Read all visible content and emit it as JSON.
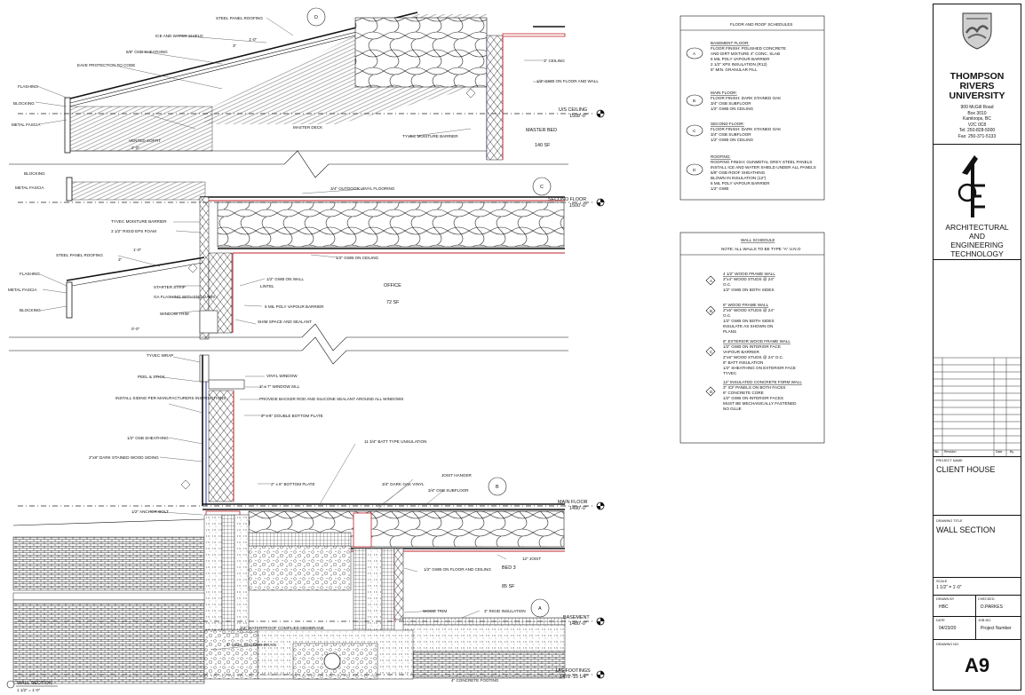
{
  "drawing": {
    "title": "WALL SECTION",
    "scale": "1 1/2\" = 1'-0\"",
    "section_bubbles": [
      "D",
      "C",
      "B",
      "A"
    ],
    "levels": [
      {
        "name": "U/S CEILING",
        "elev": "1508'-0\""
      },
      {
        "name": "SECOND FLOOR",
        "elev": "1500'-0\""
      },
      {
        "name": "MAIN FLOOR",
        "elev": "1490'-0\""
      },
      {
        "name": "BASEMENT",
        "elev": "1480'-0\""
      },
      {
        "name": "U/S FOOTINGS",
        "elev": "1478'-10 1/4\""
      }
    ],
    "rooms": [
      {
        "name": "MASTER BED",
        "area": "140 SF"
      },
      {
        "name": "OFFICE",
        "area": "72 SF"
      },
      {
        "name": "BED 3",
        "area": "85 SF"
      }
    ],
    "labels_roof": [
      "STEEL PANEL ROOFING",
      "ICE AND WATER SHIELD",
      "5/8\" OSB SHEATHING",
      "EAVE PROTECTION TO CODE",
      "FLASHING",
      "BLOCKING",
      "METAL FASCIA",
      "VENTED SOFFIT",
      "MASTER DECK",
      "TYVEC MOISTURE BARRIER",
      "3\" CEILING",
      "1/2\" GWB ON FLOOR AND WALL",
      "1'-0\"",
      "3\"",
      "2'-0\""
    ],
    "labels_second": [
      "BLOCKING",
      "METAL FASCIA",
      "3/4\" OUTDOOR VINYL FLOORING",
      "TYVEC MOISTURE BARRIER",
      "3 1/2\" RIGID EPS FOAM",
      "STEEL PANEL ROOFING",
      "FLASHING",
      "METAL FASCIA",
      "BLOCKING",
      "STARTER STRIP",
      "GA FLASHING WITH END DAMS",
      "WINDOW TRIM",
      "LINTEL",
      "1/2\" GWB ON WALL",
      "6 MIL POLY VAPOUR BARRIER",
      "SHIM SPACE AND SEALANT",
      "1/2\" GWB ON CEILING",
      "1'-0\"",
      "3\"",
      "0'-0\""
    ],
    "labels_main": [
      "TYVEC WRAP",
      "PEEL & STICK",
      "INSTALL SIDING PER MANUFACTURERS INSTRUCTIONS",
      "1/2\" OSB SHEATHING",
      "2\"x8\" DARK STAINED WOOD SIDING",
      "VINYL WINDOW",
      "1\" x 7\" WINDOW SILL",
      "PROVIDE BACKER ROD AND SILICONE SEALANT AROUND ALL WINDOWS",
      "2\" x 6\" DOUBLE BOTTOM PLATE",
      "11 3/4\" BATT TYPE UNSULATION",
      "2\" x 6\" BOTTOM PLATE",
      "3/4\" DARK OAK VINYL",
      "JOIST HANGER",
      "3/4\" OSB SUBFLOOR",
      "1/2\" ANCHOR BOLT"
    ],
    "labels_base": [
      "1/2\" GWB ON FLOOR AND CEILING",
      "12\" JOIST",
      "WOOD TRIM",
      "3\" RIGID INSULATION",
      "3/4\" WATERPROOF COMPLIED MEMBRANE",
      "4\" DIAM. FOOTING DRAIN",
      "4\" CONCRETE FOOTING"
    ]
  },
  "floor_roof_schedule": {
    "title": "FLOOR AND ROOF SCHEDULES",
    "items": [
      {
        "tag": "A",
        "heading": "BASEMENT FLOOR:",
        "lines": [
          "FLOOR FINISH: POLISHED CONCRETE",
          "AND DIRT MIXTURE 4\" CONC. SLAB",
          "6 MIL POLY VAPOUR BARRIER",
          "2 1/2\" XPS INSULATION (R12)",
          "5\" MIN. GRANULAR FILL"
        ]
      },
      {
        "tag": "B",
        "heading": "MAIN FLOOR:",
        "lines": [
          "FLOOR FINISH: DARK STAINED OAK",
          "3/4\" OSB SUBFLOOR",
          "1/2\" GWB ON CEILING"
        ]
      },
      {
        "tag": "C",
        "heading": "SECOND FLOOR:",
        "lines": [
          "FLOOR FINISH: DARK STAINED OAK",
          "3/4\" OSB SUBFLOOR",
          "1/2\" GWB ON CEILING"
        ]
      },
      {
        "tag": "D",
        "heading": "ROOFING:",
        "lines": [
          "ROOFING FINISH: GUNMETAL GREY STEEL PANELS",
          "INSTALL ICE AND WATER SHIELD UNDER ALL PANELS",
          "5/8\" OSB ROOF SHEATHING",
          "BLOWN IN INSULATION (12\")",
          "6 MIL POLY VAPOUR BARRIER",
          "1/2\" GWB"
        ]
      }
    ]
  },
  "wall_schedule": {
    "title": "WALL SCHEDULE",
    "note": "NOTE: ALL WALLS TO BE TYPE \"A\" U.N.O",
    "items": [
      {
        "tag": "A",
        "heading": "4 1/2\" WOOD FRAME WALL",
        "lines": [
          "2\"x4\" WOOD STUDS @ 24\"",
          "O.C.",
          "1/2\" GWB ON BOTH SIDES"
        ]
      },
      {
        "tag": "B",
        "heading": "6\" WOOD FRAME WALL",
        "lines": [
          "2\"x6\" WOOD STUDS @ 24\"",
          "O.C.",
          "1/2\" GWB ON BOTH SIDES",
          "INSULATE AS SHOWN ON",
          "PLANS"
        ]
      },
      {
        "tag": "C",
        "heading": "6\" EXTERIOR WOOD FRAME WALL",
        "lines": [
          "1/2\" GWB ON INTERIOR FACE",
          "VAPOUR BARRIER",
          "2\"x6\" WOOD STUDS @ 24\" O.C.",
          "6\" BATT INSULATION",
          "1/2\" SHEATHING ON EXTERIOR FACE",
          "TYVEC"
        ]
      },
      {
        "tag": "D",
        "heading": "12\" INSULATED CONCRETE FORM WALL",
        "lines": [
          "3\" ICF PANELS ON BOTH FACES",
          "6\" CONCRETE CORE",
          "1/2\" GWB ON INTERIOR FACES",
          "MUST BE MECHANICALLY FASTENED",
          "NO GLUE"
        ]
      }
    ]
  },
  "title_block": {
    "university": [
      "THOMPSON",
      "RIVERS",
      "UNIVERSITY"
    ],
    "address": [
      "900 McGill Road",
      "Box 3010",
      "Kamloops, BC",
      "V2C 0C8",
      "Tel: 250-828-5000",
      "Fax: 250-371-5133"
    ],
    "program": [
      "ARCHITECTURAL",
      "AND",
      "ENGINEERING",
      "TECHNOLOGY"
    ],
    "rev_headers": [
      "No.",
      "Revision",
      "Date",
      "By"
    ],
    "project_name_label": "PROJECT NAME",
    "project_name": "CLIENT HOUSE",
    "drawing_title_label": "DRAWING TITLE",
    "drawing_title": "WALL SECTION",
    "scale_label": "SCALE",
    "scale": "1 1/2\" = 1'-0\"",
    "drawn_by_label": "DRAWN BY",
    "drawn_by": "HBC",
    "checked_label": "CHECKED",
    "checked": "D.PARKES",
    "date_label": "DATE",
    "date": "04/23/20",
    "job_label": "JOB NO.",
    "job": "Project Number",
    "drawing_no_label": "DRAWING NO.",
    "drawing_no": "A9"
  }
}
